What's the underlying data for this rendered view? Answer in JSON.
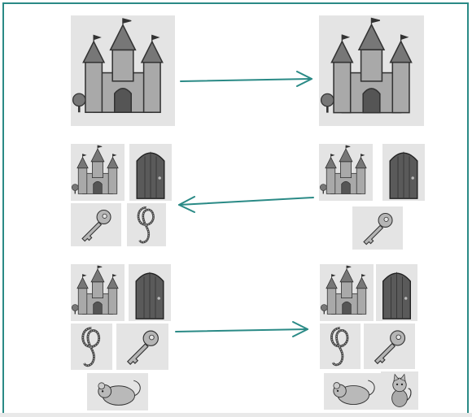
{
  "scene": {
    "frame_color": "#2a8a86",
    "arrow_color": "#2a8a86",
    "tile_bg": "#e4e4e4",
    "rows": [
      {
        "name": "row-1",
        "left": [
          "castle"
        ],
        "right": [
          "castle"
        ],
        "arrow": "right"
      },
      {
        "name": "row-2",
        "left": [
          "castle",
          "door",
          "key",
          "rope"
        ],
        "right": [
          "castle",
          "door",
          "key"
        ],
        "arrow": "left"
      },
      {
        "name": "row-3",
        "left": [
          "castle",
          "door",
          "rope",
          "key",
          "mouse"
        ],
        "right": [
          "castle",
          "door",
          "rope",
          "key",
          "mouse",
          "cat"
        ],
        "arrow": "right"
      }
    ]
  }
}
